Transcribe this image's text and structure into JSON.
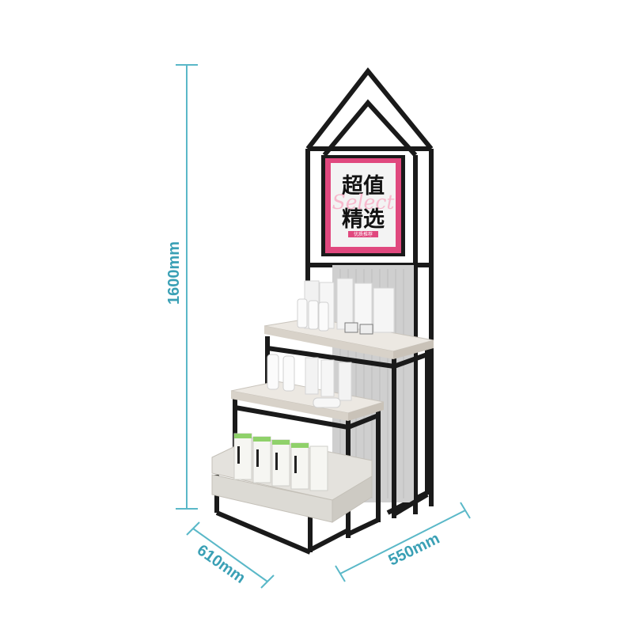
{
  "dimensions": {
    "height": "1600mm",
    "depth": "610mm",
    "width": "550mm"
  },
  "sign": {
    "line1": "超值",
    "script": "Select",
    "line2": "精选",
    "tag": "优质推荐"
  },
  "colors": {
    "dimension_line": "#5ab8c8",
    "dimension_text": "#3aa0b5",
    "frame": "#1a1a1a",
    "sign_border": "#e0487e",
    "shelf": "#ece8e2",
    "backboard": "#cfcfcf"
  }
}
